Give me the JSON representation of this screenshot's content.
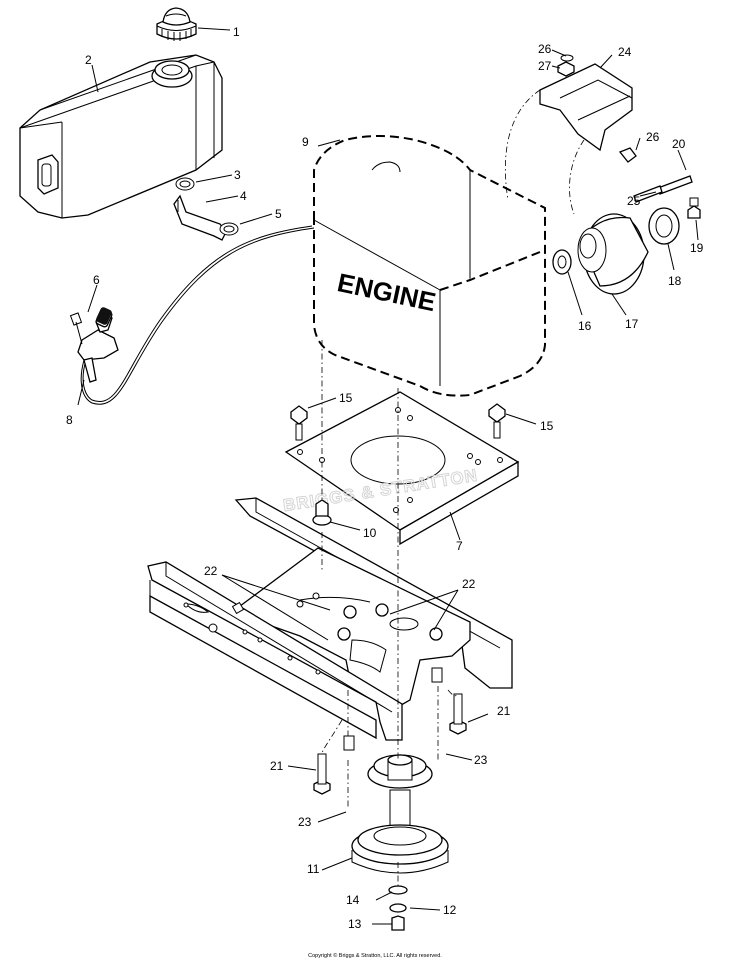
{
  "diagram": {
    "engine_label": "ENGINE",
    "watermark": "BRIGGS & STRATTON",
    "copyright": "Copyright © Briggs & Stratton, LLC. All rights reserved.",
    "callouts": {
      "c1": "1",
      "c2": "2",
      "c3": "3",
      "c4": "4",
      "c5": "5",
      "c6": "6",
      "c7": "7",
      "c8": "8",
      "c9": "9",
      "c10": "10",
      "c11": "11",
      "c12": "12",
      "c13": "13",
      "c14": "14",
      "c15a": "15",
      "c15b": "15",
      "c16": "16",
      "c17": "17",
      "c18": "18",
      "c19": "19",
      "c20": "20",
      "c21a": "21",
      "c21b": "21",
      "c22a": "22",
      "c22b": "22",
      "c23a": "23",
      "c23b": "23",
      "c24": "24",
      "c25": "25",
      "c26a": "26",
      "c26b": "26",
      "c27": "27"
    }
  }
}
